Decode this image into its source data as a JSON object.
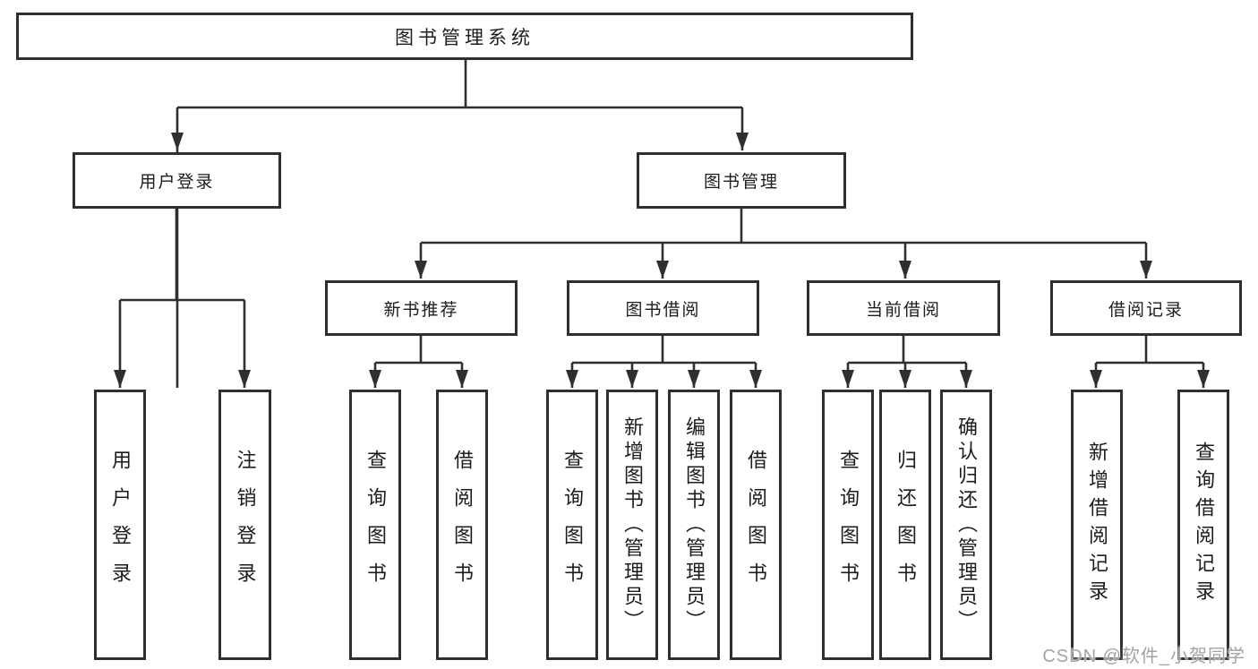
{
  "tree": {
    "root": "图书管理系统",
    "children": [
      {
        "label": "用户登录",
        "children": [
          {
            "label": "用户登录"
          },
          {
            "label": "注销登录"
          }
        ]
      },
      {
        "label": "图书管理",
        "children": [
          {
            "label": "新书推荐",
            "children": [
              {
                "label": "查询图书"
              },
              {
                "label": "借阅图书"
              }
            ]
          },
          {
            "label": "图书借阅",
            "children": [
              {
                "label": "查询图书"
              },
              {
                "label": "新增图书（管理员）"
              },
              {
                "label": "编辑图书（管理员）"
              },
              {
                "label": "借阅图书"
              }
            ]
          },
          {
            "label": "当前借阅",
            "children": [
              {
                "label": "查询图书"
              },
              {
                "label": "归还图书"
              },
              {
                "label": "确认归还（管理员）"
              }
            ]
          },
          {
            "label": "借阅记录",
            "children": [
              {
                "label": "新增借阅记录"
              },
              {
                "label": "查询借阅记录"
              }
            ]
          }
        ]
      }
    ]
  },
  "watermark": {
    "text": "CSDN @软件_小贺同学"
  },
  "colors": {
    "line": "#2f2f2f",
    "box_border": "#2f2f2f",
    "box_fill": "#ffffff",
    "text": "#1c1c1c",
    "watermark": "#a3a3a3",
    "background": "#ffffff"
  }
}
